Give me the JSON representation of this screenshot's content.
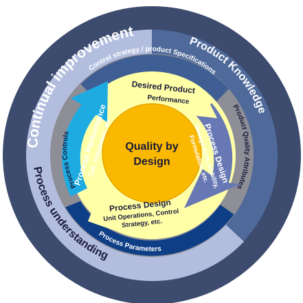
{
  "colors": {
    "outer_ring": "#3d4b6e",
    "knowledge_ring": "#4f6a9a",
    "understanding_ring": "#b3bedf",
    "grey_ring": "#8e8e97",
    "top_band": "#3f5f94",
    "bottom_band": "#0e3f86",
    "yellow": "#ffffa8",
    "cyan_arrow": "#1eabe2",
    "purple_arrow": "#6878b4",
    "center": "#fab800",
    "dark_text": "#1a1a3a",
    "white_text": "#ffffff"
  },
  "center": {
    "line1": "Quality by",
    "line2": "Design"
  },
  "outer_ring": {
    "continual_improvement": "Continual improvement",
    "product_knowledge": "Product Knowledge",
    "process_understanding": "Process understanding"
  },
  "middle_ring": {
    "control_strategy": "Control strategy / product Specifications",
    "product_quality_attributes": "Product Quality Attributes",
    "process_parameters": "Process Parameters",
    "process_controls": "Process Controls"
  },
  "inner_cycle": {
    "desired_product": {
      "title": "Desired Product",
      "subtitle": "Performance"
    },
    "process_design_dosage": {
      "title": "Process Design",
      "line1": "Dosage form, Stability,",
      "line2": "Formulation, etc."
    },
    "process_design_unit": {
      "title": "Process Design",
      "line1": "Unit Operations, Control",
      "line2": "Strategy, etc."
    },
    "process_performance": {
      "title": "Process Performance",
      "subtitle": "Cpk, robustness, etc"
    }
  }
}
